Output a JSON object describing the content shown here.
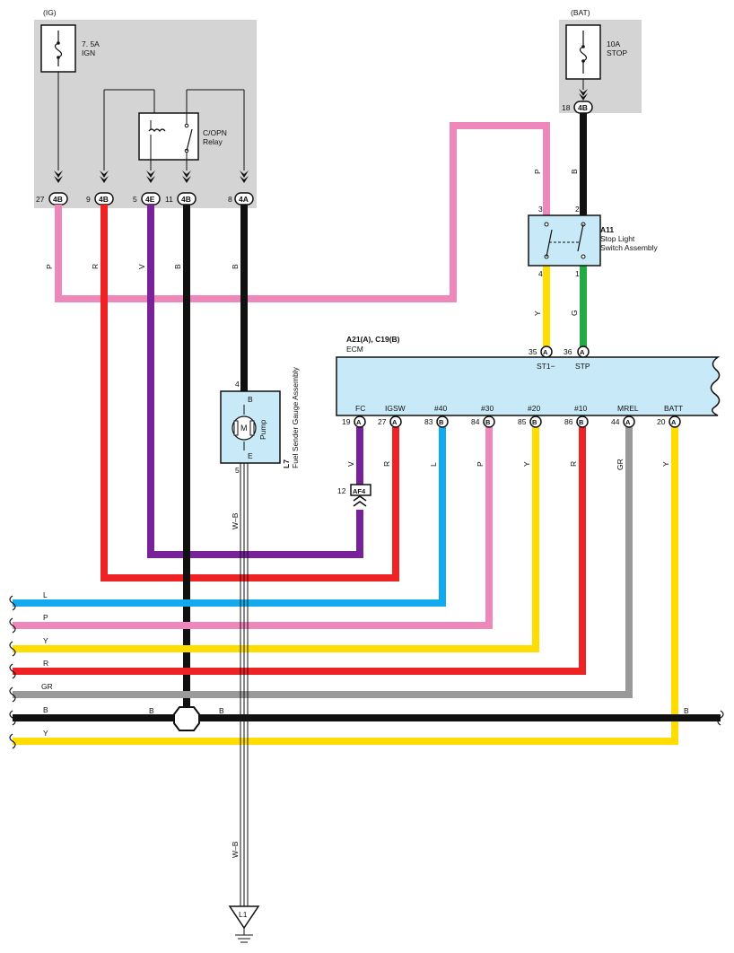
{
  "colors": {
    "pink": "#ee88bb",
    "red": "#ee2222",
    "violet": "#772299",
    "black": "#111111",
    "yellow": "#ffdd00",
    "green": "#22aa44",
    "blue": "#11aaee",
    "gray": "#999999",
    "box_fill": "#d4d4d4",
    "ecm_fill": "#c8e9f8"
  },
  "ig_box": {
    "title": "(IG)",
    "fuse_amp": "7. 5A",
    "fuse_name": "IGN",
    "relay_name": "C/OPN",
    "relay_word": "Relay",
    "pins": [
      {
        "num": "27",
        "conn": "4B"
      },
      {
        "num": "9",
        "conn": "4B"
      },
      {
        "num": "5",
        "conn": "4E"
      },
      {
        "num": "11",
        "conn": "4B"
      },
      {
        "num": "8",
        "conn": "4A"
      }
    ]
  },
  "bat_box": {
    "title": "(BAT)",
    "fuse_amp": "10A",
    "fuse_name": "STOP",
    "pin": {
      "num": "18",
      "conn": "4B"
    }
  },
  "stop_switch": {
    "code": "A11",
    "name_line1": "Stop Light",
    "name_line2": "Switch Assembly",
    "pin_tl": "3",
    "pin_tr": "2",
    "pin_bl": "4",
    "pin_br": "1"
  },
  "ecm": {
    "code": "A21(A), C19(B)",
    "name": "ECM",
    "top_pins": [
      {
        "num": "35",
        "conn": "A",
        "label": "ST1−"
      },
      {
        "num": "36",
        "conn": "A",
        "label": "STP"
      }
    ],
    "bottom_pins": [
      {
        "num": "19",
        "conn": "A",
        "label": "FC"
      },
      {
        "num": "27",
        "conn": "A",
        "label": "IGSW"
      },
      {
        "num": "83",
        "conn": "B",
        "label": "#40"
      },
      {
        "num": "84",
        "conn": "B",
        "label": "#30"
      },
      {
        "num": "85",
        "conn": "B",
        "label": "#20"
      },
      {
        "num": "86",
        "conn": "B",
        "label": "#10"
      },
      {
        "num": "44",
        "conn": "A",
        "label": "MREL"
      },
      {
        "num": "20",
        "conn": "A",
        "label": "BATT"
      }
    ]
  },
  "pump": {
    "code": "L7",
    "name": "Fuel Sender Gauge Assembly",
    "label": "Pump",
    "motor": "M",
    "pin_top": "4",
    "pin_bottom": "5",
    "term_top": "B",
    "term_bottom": "E"
  },
  "connector_af4": {
    "num": "12",
    "name": "AF4"
  },
  "ground": {
    "name": "L1"
  },
  "wire_labels": {
    "ig_27": "P",
    "ig_9": "R",
    "ig_5": "V",
    "ig_11": "B",
    "ig_8": "B",
    "sw_3": "P",
    "sw_2": "B",
    "sw_4": "Y",
    "sw_1": "G",
    "ecm_19": "V",
    "ecm_27": "R",
    "ecm_83": "L",
    "ecm_84": "P",
    "ecm_85": "Y",
    "ecm_86": "R",
    "ecm_44": "GR",
    "ecm_20": "Y",
    "pump_gnd_1": "W–B",
    "pump_gnd_2": "W–B",
    "splice_left": "B",
    "splice_right": "B",
    "bus_right": "B"
  },
  "buses": [
    "L",
    "P",
    "Y",
    "R",
    "GR",
    "B",
    "Y"
  ]
}
